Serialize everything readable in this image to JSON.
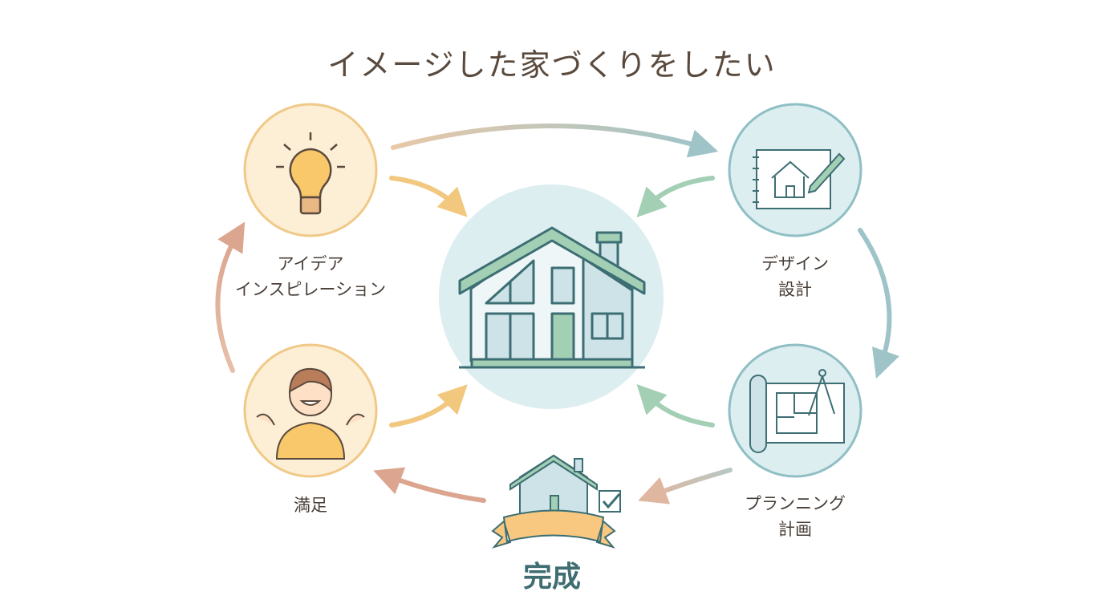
{
  "title": "イメージした家づくりをしたい",
  "steps": {
    "idea": {
      "line1": "アイデア",
      "line2": "インスピレーション"
    },
    "design": {
      "line1": "デザイン",
      "line2": "設計"
    },
    "planning": {
      "line1": "プランニング",
      "line2": "計画"
    },
    "satisfaction": {
      "line1": "満足"
    },
    "completion": {
      "label": "完成"
    }
  },
  "colors": {
    "warm": "#f0c987",
    "teal": "#8fbfc4",
    "green": "#a3cfb5",
    "stroke": "#3d6e73",
    "rose": "#dba58f"
  }
}
